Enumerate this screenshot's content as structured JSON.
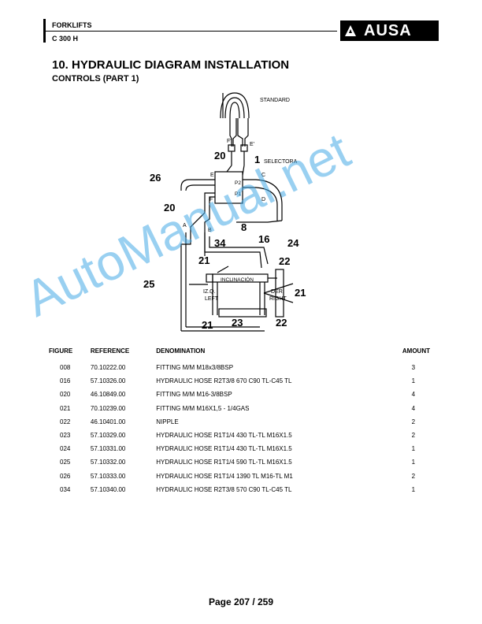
{
  "header": {
    "line1": "FORKLIFTS",
    "line2": "C 300 H",
    "logo": "AUSA"
  },
  "title": "10. HYDRAULIC DIAGRAM INSTALLATION",
  "subtitle": "CONTROLS (PART 1)",
  "diagram_labels": {
    "standard": "STANDARD",
    "selectora": "SELECTORA",
    "inclinacion": "INCLINACIÓN",
    "izq": "IZ.Q.",
    "left": "LEFT",
    "der": "DER.",
    "right": "RIGHT",
    "n20a": "20",
    "n1": "1",
    "n26": "26",
    "n20b": "20",
    "n8": "8",
    "n34": "34",
    "n16": "16",
    "n24": "24",
    "n21a": "21",
    "n22a": "22",
    "n25": "25",
    "n21b": "21",
    "n21c": "21",
    "n23": "23",
    "n22b": "22",
    "F1": "F'",
    "E1": "E'",
    "E": "E",
    "F": "F",
    "C": "C",
    "D": "D",
    "A": "A",
    "B": "B",
    "P2": "P2",
    "P1": "P1"
  },
  "watermark": "AutoManual.net",
  "table": {
    "headers": {
      "figure": "FIGURE",
      "reference": "REFERENCE",
      "denomination": "DENOMINATION",
      "amount": "AMOUNT"
    },
    "rows": [
      {
        "figure": "008",
        "reference": "70.10222.00",
        "denomination": "FITTING M/M M18x3/8BSP",
        "amount": "3"
      },
      {
        "figure": "016",
        "reference": "57.10326.00",
        "denomination": "HYDRAULIC HOSE R2T3/8 670 C90 TL-C45 TL",
        "amount": "1"
      },
      {
        "figure": "020",
        "reference": "46.10849.00",
        "denomination": "FITTING M/M M16-3/8BSP",
        "amount": "4"
      },
      {
        "figure": "021",
        "reference": "70.10239.00",
        "denomination": "FITTING M/M M16X1,5 - 1/4GAS",
        "amount": "4"
      },
      {
        "figure": "022",
        "reference": "46.10401.00",
        "denomination": "NIPPLE",
        "amount": "2"
      },
      {
        "figure": "023",
        "reference": "57.10329.00",
        "denomination": "HYDRAULIC HOSE R1T1/4 430 TL-TL M16X1.5",
        "amount": "2"
      },
      {
        "figure": "024",
        "reference": "57.10331.00",
        "denomination": "HYDRAULIC HOSE R1T1/4 430 TL-TL M16X1.5",
        "amount": "1"
      },
      {
        "figure": "025",
        "reference": "57.10332.00",
        "denomination": "HYDRAULIC HOSE R1T1/4 590 TL-TL M16X1.5",
        "amount": "1"
      },
      {
        "figure": "026",
        "reference": "57.10333.00",
        "denomination": "HYDRAULIC HOSE R1T1/4 1390 TL M16-TL M1",
        "amount": "2"
      },
      {
        "figure": "034",
        "reference": "57.10340.00",
        "denomination": "HYDRAULIC HOSE R2T3/8 570 C90 TL-C45 TL",
        "amount": "1"
      }
    ]
  },
  "footer": "Page 207 / 259"
}
